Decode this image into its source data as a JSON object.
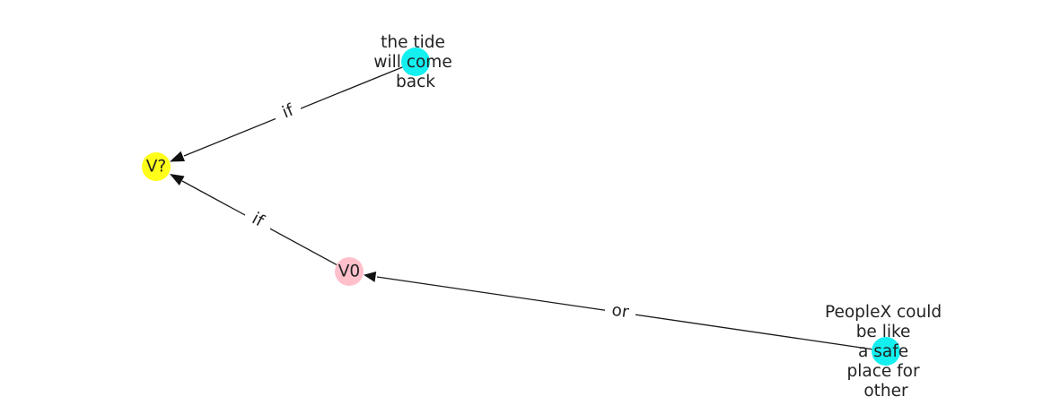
{
  "graph": {
    "nodes": {
      "vq": {
        "label": "V?",
        "color": "#ffff1a"
      },
      "v0": {
        "label": "V0",
        "color": "#ffc0cb"
      },
      "tide": {
        "lines": [
          "the tide",
          "will come",
          "back"
        ],
        "color": "#14f0f0"
      },
      "people": {
        "lines": [
          "PeopleX could",
          "be like",
          "a safe",
          "place for",
          "other"
        ],
        "color": "#14f0f0"
      }
    },
    "edges": [
      {
        "from": "tide",
        "to": "vq",
        "label": "if"
      },
      {
        "from": "v0",
        "to": "vq",
        "label": "if"
      },
      {
        "from": "people",
        "to": "v0",
        "label": "or"
      }
    ]
  }
}
